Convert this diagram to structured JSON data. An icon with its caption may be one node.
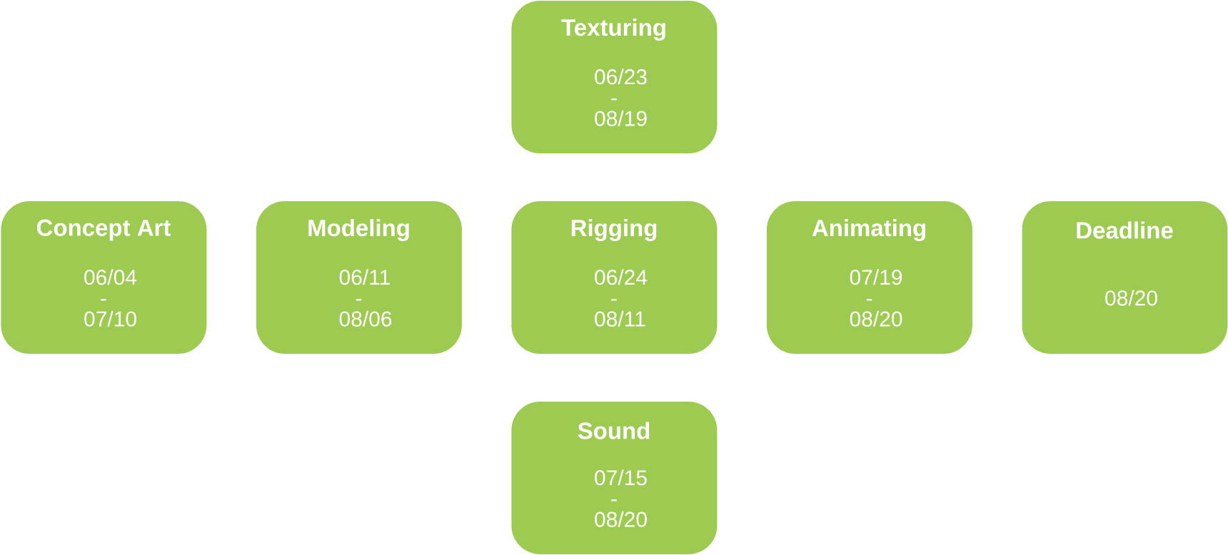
{
  "diagram": {
    "nodes": [
      {
        "text": [
          "Texturing",
          "06/23 - 08/19"
        ]
      },
      {
        "text": [
          "Concept Art",
          "06/04 - 07/10"
        ]
      },
      {
        "text": [
          "Modeling",
          "06/11 - 08/06"
        ]
      },
      {
        "text": [
          "Rigging",
          "06/24 - 08/11"
        ]
      },
      {
        "text": [
          "Animating",
          "07/19 - 08/20"
        ]
      },
      {
        "text": [
          "Deadline",
          "08/20"
        ]
      },
      {
        "text": [
          "Sound",
          "07/15 - 08/20"
        ]
      }
    ]
  }
}
